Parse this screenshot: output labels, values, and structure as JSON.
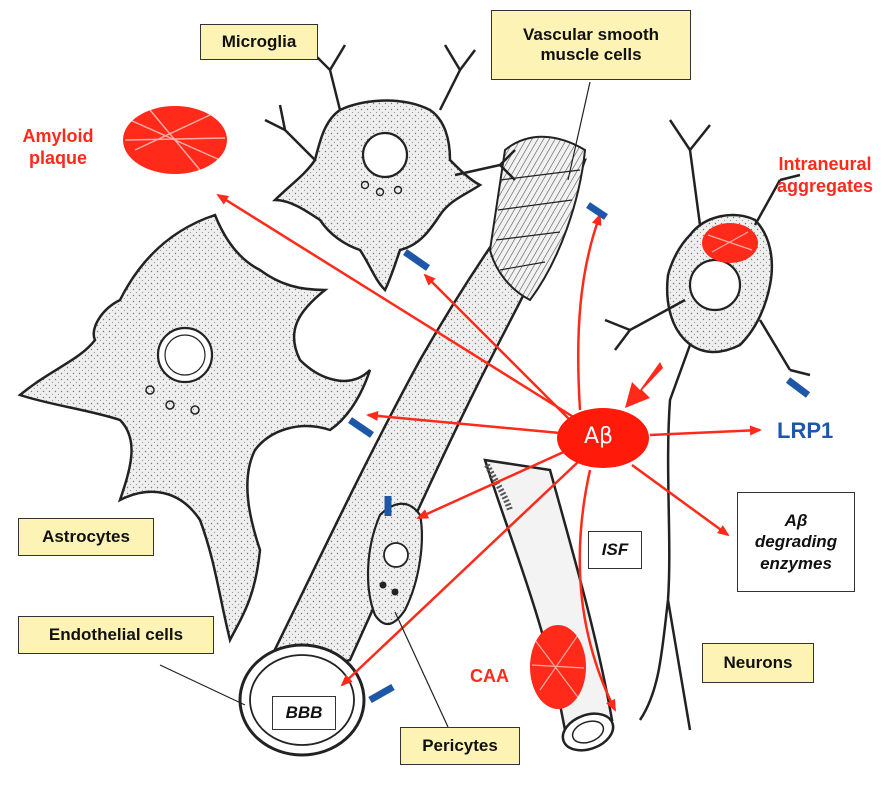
{
  "labels": {
    "microglia": "Microglia",
    "vsmc_line1": "Vascular smooth",
    "vsmc_line2": "muscle cells",
    "astrocytes": "Astrocytes",
    "endothelial": "Endothelial cells",
    "pericytes": "Pericytes",
    "neurons": "Neurons"
  },
  "boxes": {
    "bbb": "BBB",
    "isf": "ISF",
    "enzymes_line1": "Aβ",
    "enzymes_line2": "degrading",
    "enzymes_line3": "enzymes"
  },
  "red_labels": {
    "amyloid_line1": "Amyloid",
    "amyloid_line2": "plaque",
    "intraneural_line1": "Intraneural",
    "intraneural_line2": "aggregates",
    "caa": "CAA"
  },
  "center": {
    "abeta": "Aβ"
  },
  "receptor": {
    "lrp1": "LRP1"
  },
  "colors": {
    "arrow": "#ff2a1a",
    "receptor": "#1f57a8",
    "label_fill": "#fdf3b4",
    "cell_fill": "#ececec"
  }
}
